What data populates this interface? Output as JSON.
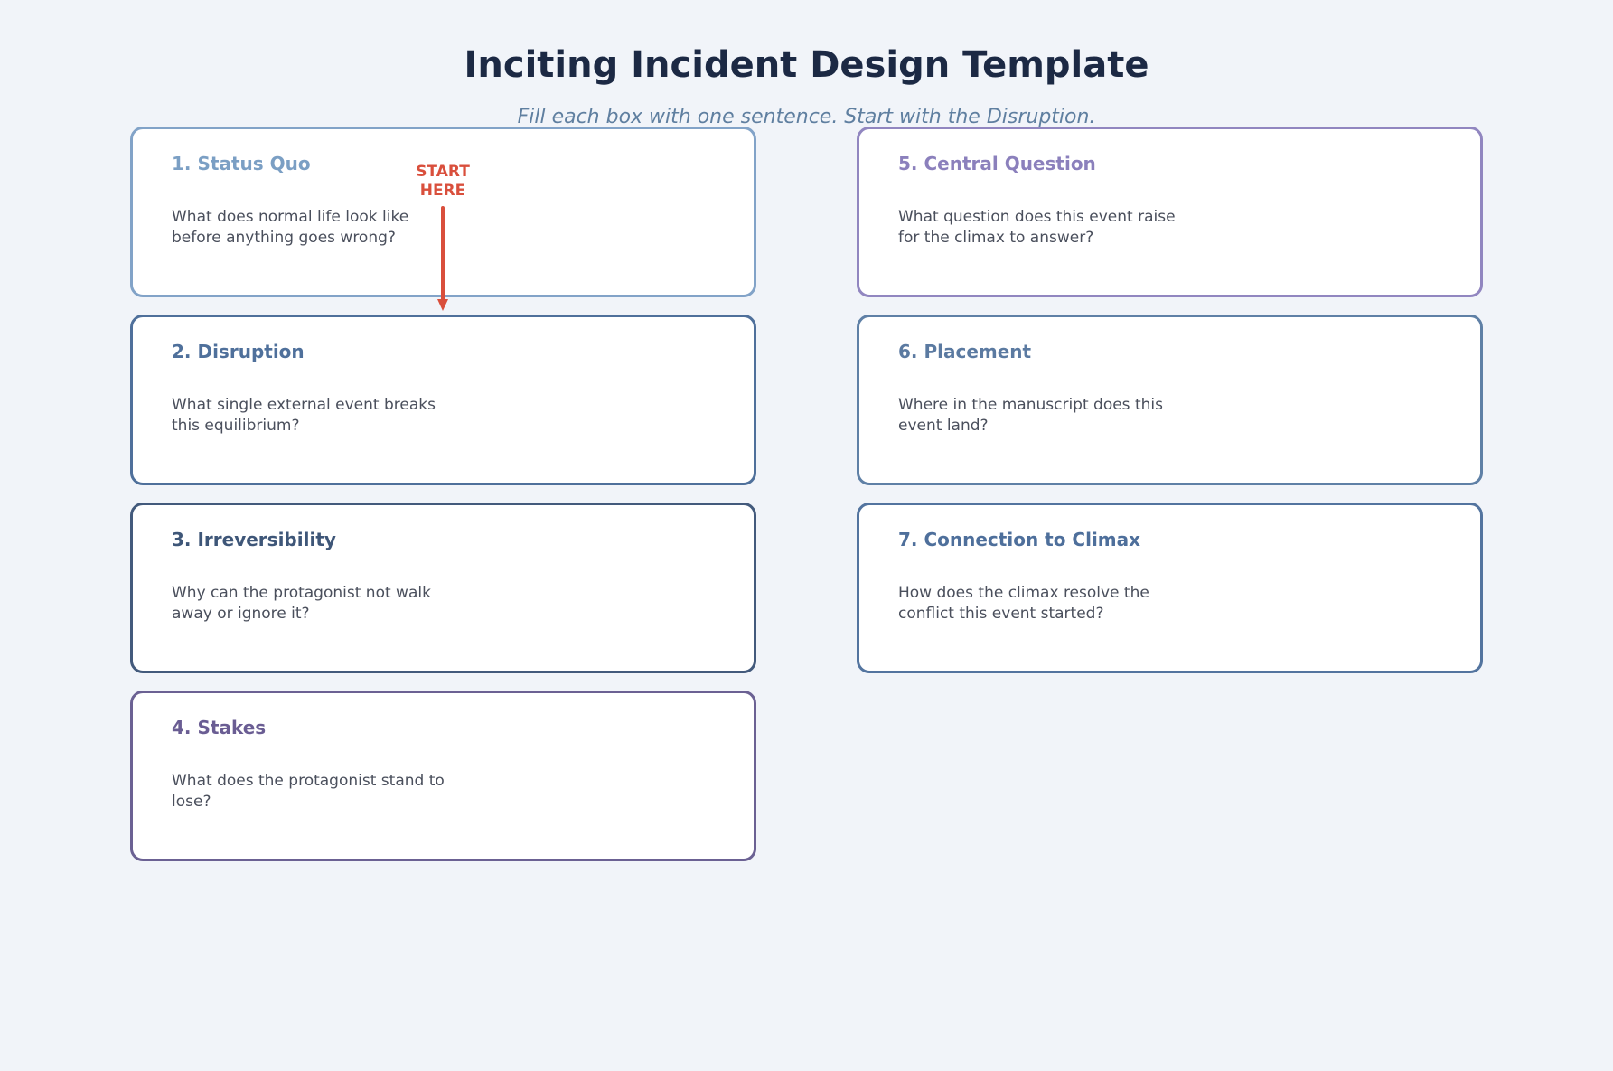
{
  "header": {
    "title": "Inciting Incident Design Template",
    "subtitle": "Fill each box with one sentence. Start with the Disruption."
  },
  "pointer": {
    "label": "START HERE",
    "color": "#d94f3c"
  },
  "boxes": [
    {
      "heading": "1. Status Quo",
      "prompt": "What does normal life look like before anything goes wrong?",
      "border_color": "#82a3c8",
      "heading_color": "#7b9fc4"
    },
    {
      "heading": "2. Disruption",
      "prompt": "What single external event breaks this equilibrium?",
      "border_color": "#4f709b",
      "heading_color": "#4f709b"
    },
    {
      "heading": "3. Irreversibility",
      "prompt": "Why can the protagonist not walk away or ignore it?",
      "border_color": "#435a7c",
      "heading_color": "#3e5678"
    },
    {
      "heading": "4. Stakes",
      "prompt": "What does the protagonist stand to lose?",
      "border_color": "#6b6193",
      "heading_color": "#6a5d93"
    },
    {
      "heading": "5. Central Question",
      "prompt": "What question does this event raise for the climax to answer?",
      "border_color": "#9186c0",
      "heading_color": "#8b80bc"
    },
    {
      "heading": "6. Placement",
      "prompt": "Where in the manuscript does this event land?",
      "border_color": "#5f80a6",
      "heading_color": "#5b7aa1"
    },
    {
      "heading": "7. Connection to Climax",
      "prompt": "How does the climax resolve the conflict this event started?",
      "border_color": "#53749f",
      "heading_color": "#4e6f9b"
    }
  ]
}
